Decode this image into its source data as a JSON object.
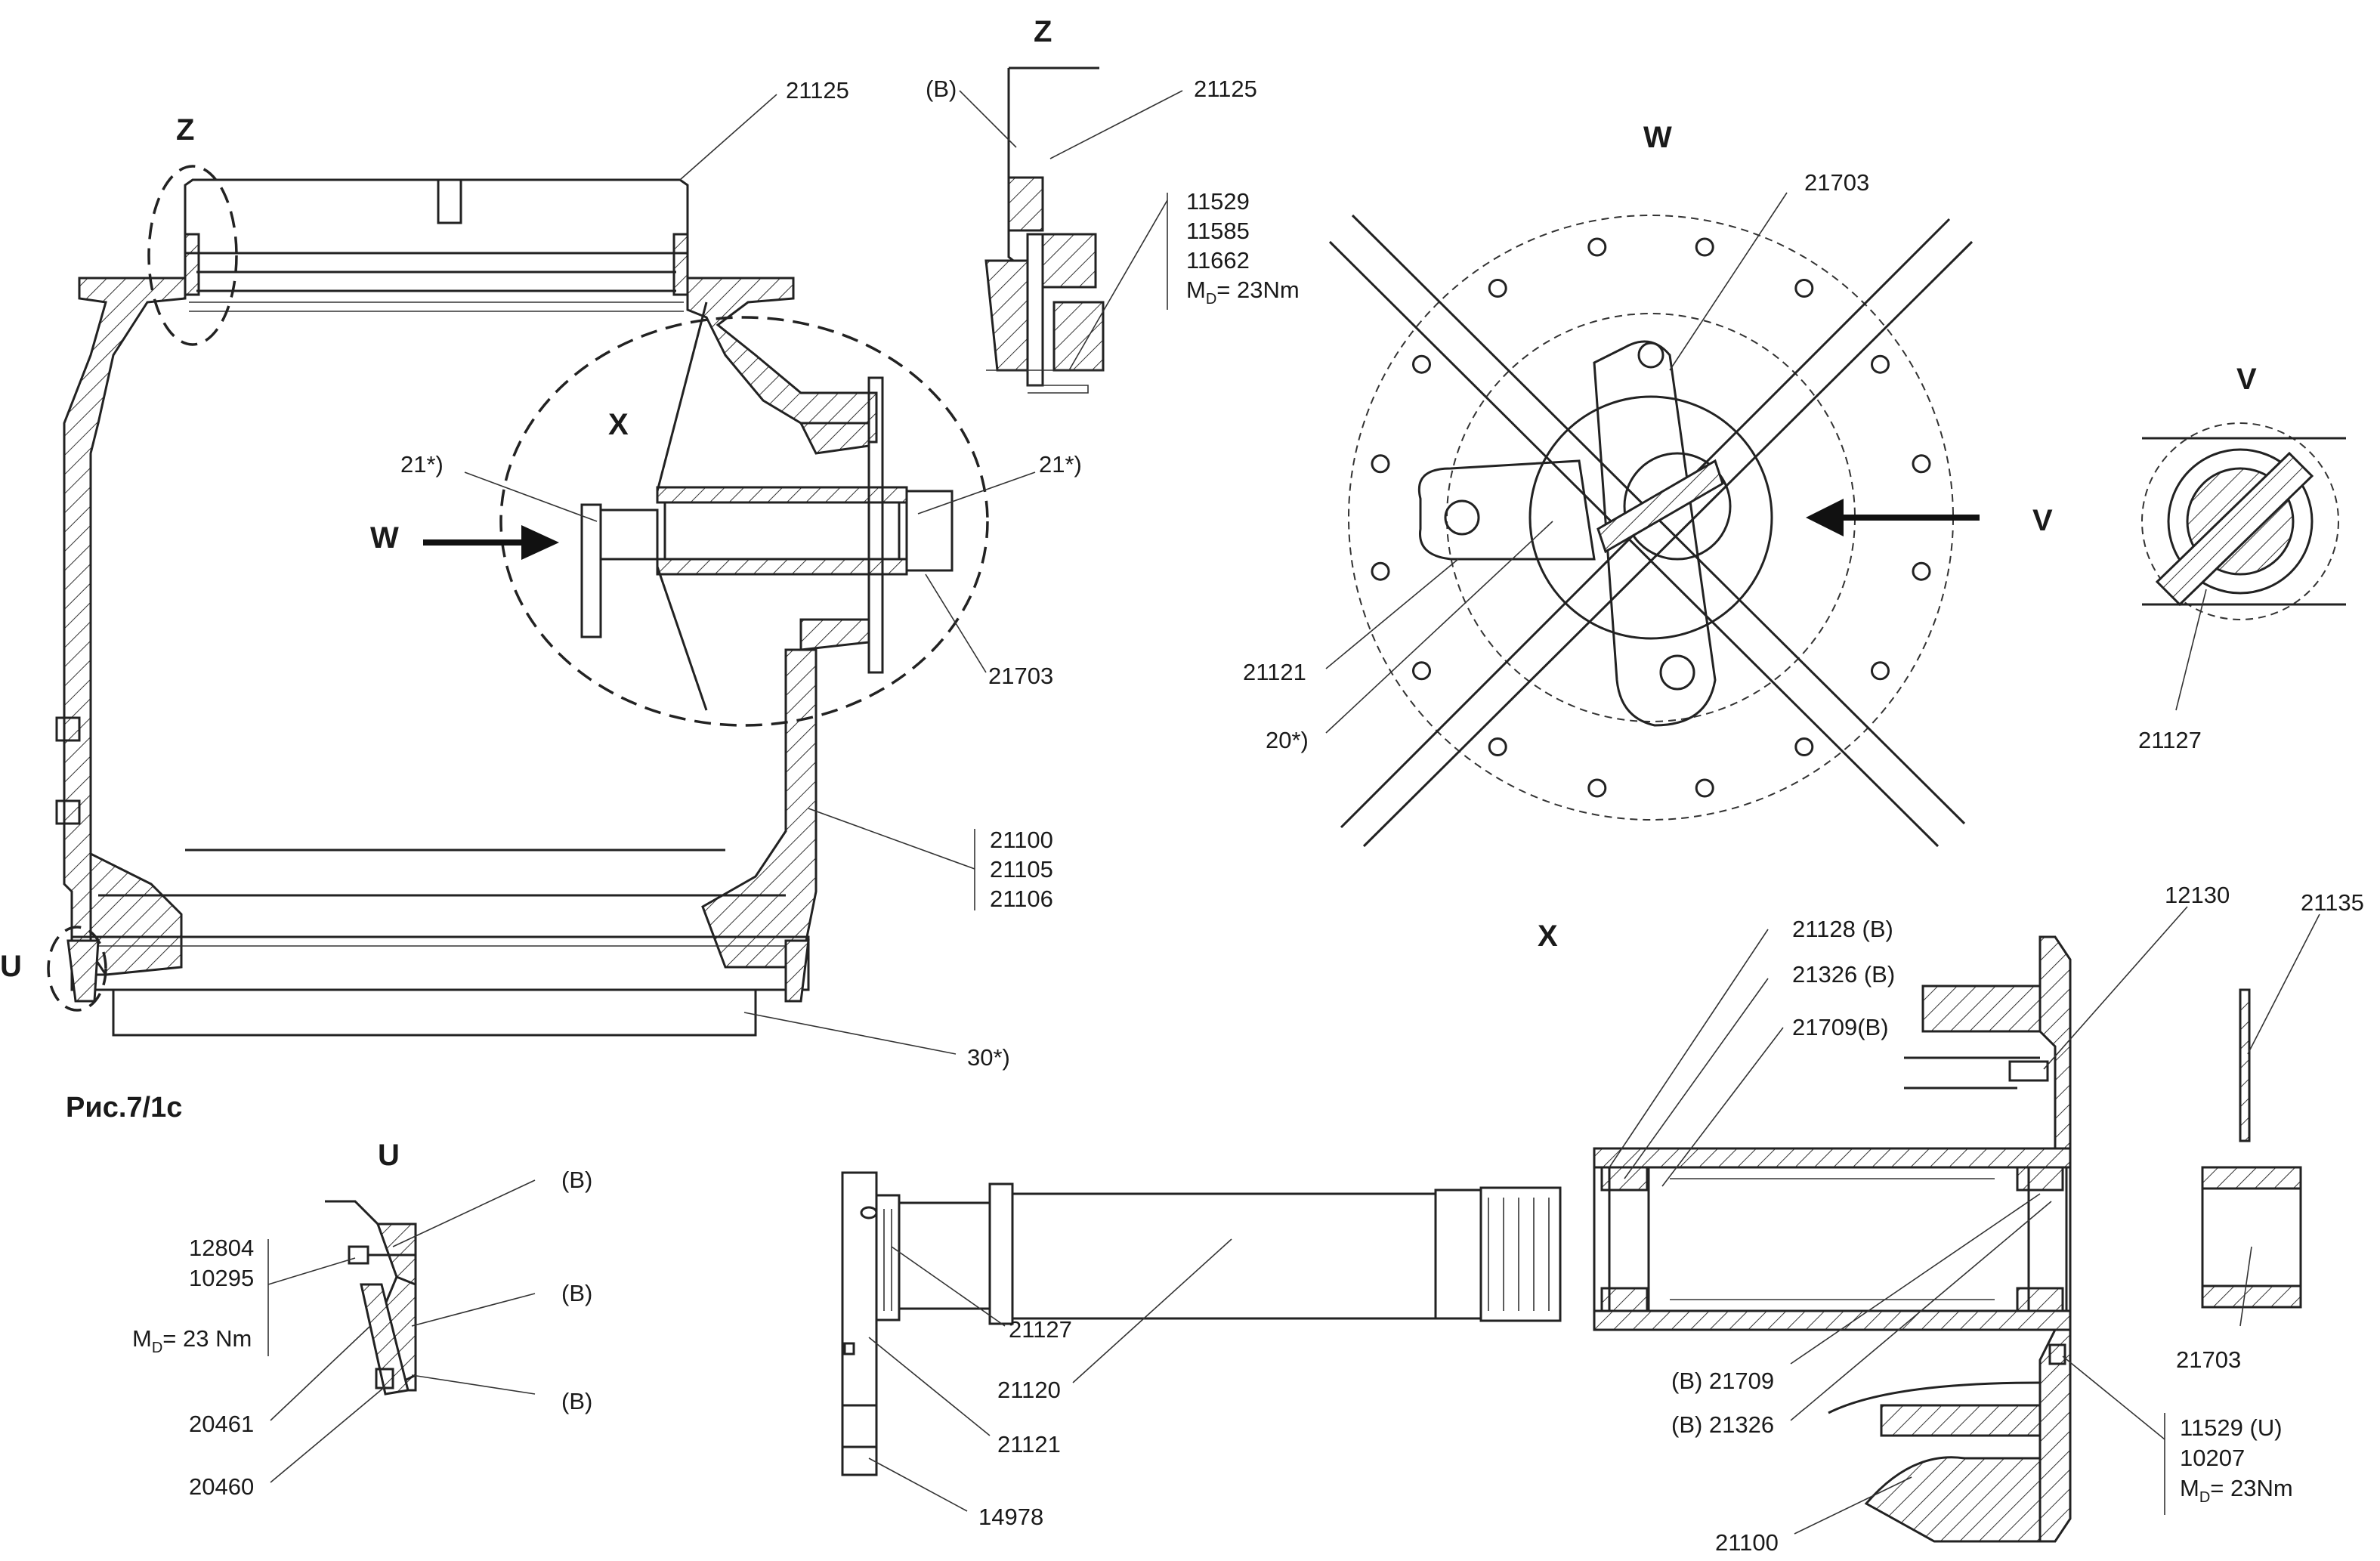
{
  "caption": "Рис.7/1c",
  "views": {
    "z_main": "Z",
    "x_main": "X",
    "w_main": "W",
    "u_main": "U",
    "z_detail": "Z",
    "w_detail": "W",
    "v_detail": "V",
    "x_detail": "X",
    "u_detail": "U",
    "v_arrow": "V"
  },
  "labels": {
    "main_21125": "21125",
    "main_21x_left": "21*)",
    "main_21x_right": "21*)",
    "main_21703": "21703",
    "main_21100": "21100",
    "main_21105": "21105",
    "main_21106": "21106",
    "main_30x": "30*)",
    "z_b": "(B)",
    "z_21125": "21125",
    "z_11529": "11529",
    "z_11585": "11585",
    "z_11662": "11662",
    "z_md": "M",
    "z_md_sub": "D",
    "z_md_val": "= 23Nm",
    "w_21703": "21703",
    "w_21121": "21121",
    "w_20x": "20*)",
    "v_21127": "21127",
    "x_21128": "21128 (B)",
    "x_21326": "21326 (B)",
    "x_21709": "21709(B)",
    "x_12130": "12130",
    "x_21135": "21135",
    "x_21703": "21703",
    "x_b21709": "(B) 21709",
    "x_b21326": "(B) 21326",
    "x_11529u": "11529 (U)",
    "x_10207": "10207",
    "x_md": "M",
    "x_md_sub": "D",
    "x_md_val": "= 23Nm",
    "x_21100": "21100",
    "s_21127": "21127",
    "s_21120": "21120",
    "s_21121": "21121",
    "s_14978": "14978",
    "u_b1": "(B)",
    "u_b2": "(B)",
    "u_b3": "(B)",
    "u_12804": "12804",
    "u_10295": "10295",
    "u_md": "M",
    "u_md_sub": "D",
    "u_md_val": "= 23 Nm",
    "u_20461": "20461",
    "u_20460": "20460"
  }
}
